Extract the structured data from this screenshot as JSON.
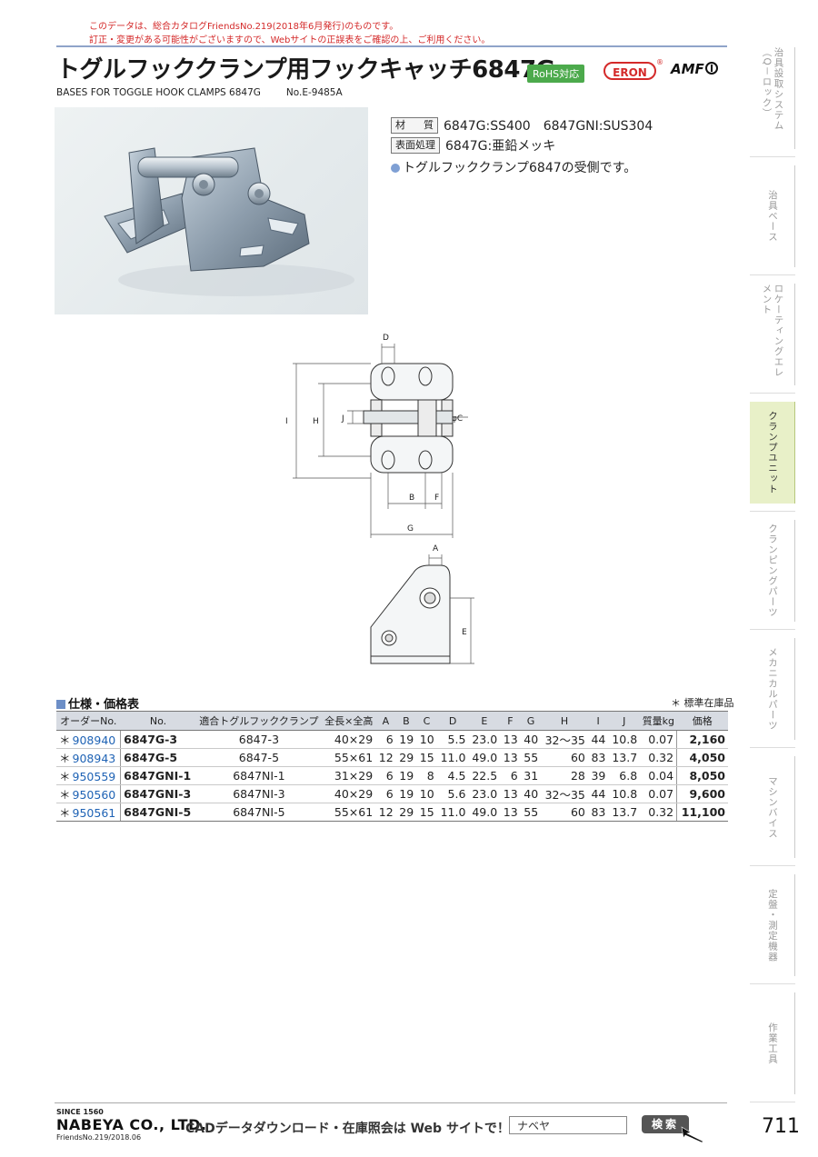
{
  "notice": {
    "line1": "このデータは、総合カタログFriendsNo.219(2018年6月発行)のものです。",
    "line2": "訂正・変更がある可能性がございますので、Webサイトの正誤表をご確認の上、ご利用ください。"
  },
  "header": {
    "title": "トグルフッククランプ用フックキャッチ6847G",
    "rohs": "RoHS対応",
    "brand1": "ERON",
    "brand1_reg": "®",
    "brand2": "AMF",
    "subtitle": "BASES FOR TOGGLE HOOK CLAMPS 6847G",
    "subtitle_no": "No.E-9485A"
  },
  "specs": {
    "material_label": "材 質",
    "material_value": "6847G:SS400　6847GNI:SUS304",
    "surface_label": "表面処理",
    "surface_value": "6847G:亜鉛メッキ",
    "note": "トグルフッククランプ6847の受側です。"
  },
  "drawing": {
    "labels": {
      "D": "D",
      "I": "I",
      "H": "H",
      "J": "J",
      "C": "φC",
      "B": "B",
      "F": "F",
      "G": "G",
      "A": "A",
      "E": "E"
    }
  },
  "table": {
    "heading": "仕様・価格表",
    "stock_note": "＊ 標準在庫品",
    "headers": [
      "オーダーNo.",
      "No.",
      "適合トグルフッククランプ",
      "全長×全高",
      "A",
      "B",
      "C",
      "D",
      "E",
      "F",
      "G",
      "H",
      "I",
      "J",
      "質量kg",
      "価格"
    ],
    "rows": [
      {
        "order": "908940",
        "no": "6847G-3",
        "clamp": "6847-3",
        "size": "40×29",
        "A": "6",
        "B": "19",
        "C": "10",
        "D": "5.5",
        "E": "23.0",
        "F": "13",
        "G": "40",
        "H": "32～35",
        "I": "44",
        "J": "10.8",
        "mass": "0.07",
        "price": "2,160"
      },
      {
        "order": "908943",
        "no": "6847G-5",
        "clamp": "6847-5",
        "size": "55×61",
        "A": "12",
        "B": "29",
        "C": "15",
        "D": "11.0",
        "E": "49.0",
        "F": "13",
        "G": "55",
        "H": "60",
        "I": "83",
        "J": "13.7",
        "mass": "0.32",
        "price": "4,050"
      },
      {
        "order": "950559",
        "no": "6847GNI-1",
        "clamp": "6847NI-1",
        "size": "31×29",
        "A": "6",
        "B": "19",
        "C": "8",
        "D": "4.5",
        "E": "22.5",
        "F": "6",
        "G": "31",
        "H": "28",
        "I": "39",
        "J": "6.8",
        "mass": "0.04",
        "price": "8,050"
      },
      {
        "order": "950560",
        "no": "6847GNI-3",
        "clamp": "6847NI-3",
        "size": "40×29",
        "A": "6",
        "B": "19",
        "C": "10",
        "D": "5.6",
        "E": "23.0",
        "F": "13",
        "G": "40",
        "H": "32～35",
        "I": "44",
        "J": "10.8",
        "mass": "0.07",
        "price": "9,600"
      },
      {
        "order": "950561",
        "no": "6847GNI-5",
        "clamp": "6847NI-5",
        "size": "55×61",
        "A": "12",
        "B": "29",
        "C": "15",
        "D": "11.0",
        "E": "49.0",
        "F": "13",
        "G": "55",
        "H": "60",
        "I": "83",
        "J": "13.7",
        "mass": "0.32",
        "price": "11,100"
      }
    ],
    "asterisk": "＊"
  },
  "sidebar": {
    "tabs": [
      {
        "label": "治具設取システム（Q－ロック）",
        "active": false
      },
      {
        "label": "治具ベース",
        "active": false
      },
      {
        "label": "ロケーティングエレメント",
        "active": false
      },
      {
        "label": "クランプユニット",
        "active": true
      },
      {
        "label": "クランピングパーツ",
        "active": false
      },
      {
        "label": "メカニカルパーツ",
        "active": false
      },
      {
        "label": "マシンバイス",
        "active": false
      },
      {
        "label": "定盤・測定機器",
        "active": false
      },
      {
        "label": "作業工具",
        "active": false
      }
    ]
  },
  "footer": {
    "since": "SINCE 1560",
    "company": "NABEYA CO., LTD.",
    "friends": "FriendsNo.219/2018.06",
    "cad_text": "CADデータダウンロード・在庫照会は Web サイトで！",
    "search_value": "ナベヤ",
    "search_button": "検索",
    "page_number": "711"
  },
  "colors": {
    "accent": "#d42a2a",
    "link": "#1f63b5",
    "header_bg": "#d7dbe2",
    "active_tab": "#e8f0c8"
  }
}
